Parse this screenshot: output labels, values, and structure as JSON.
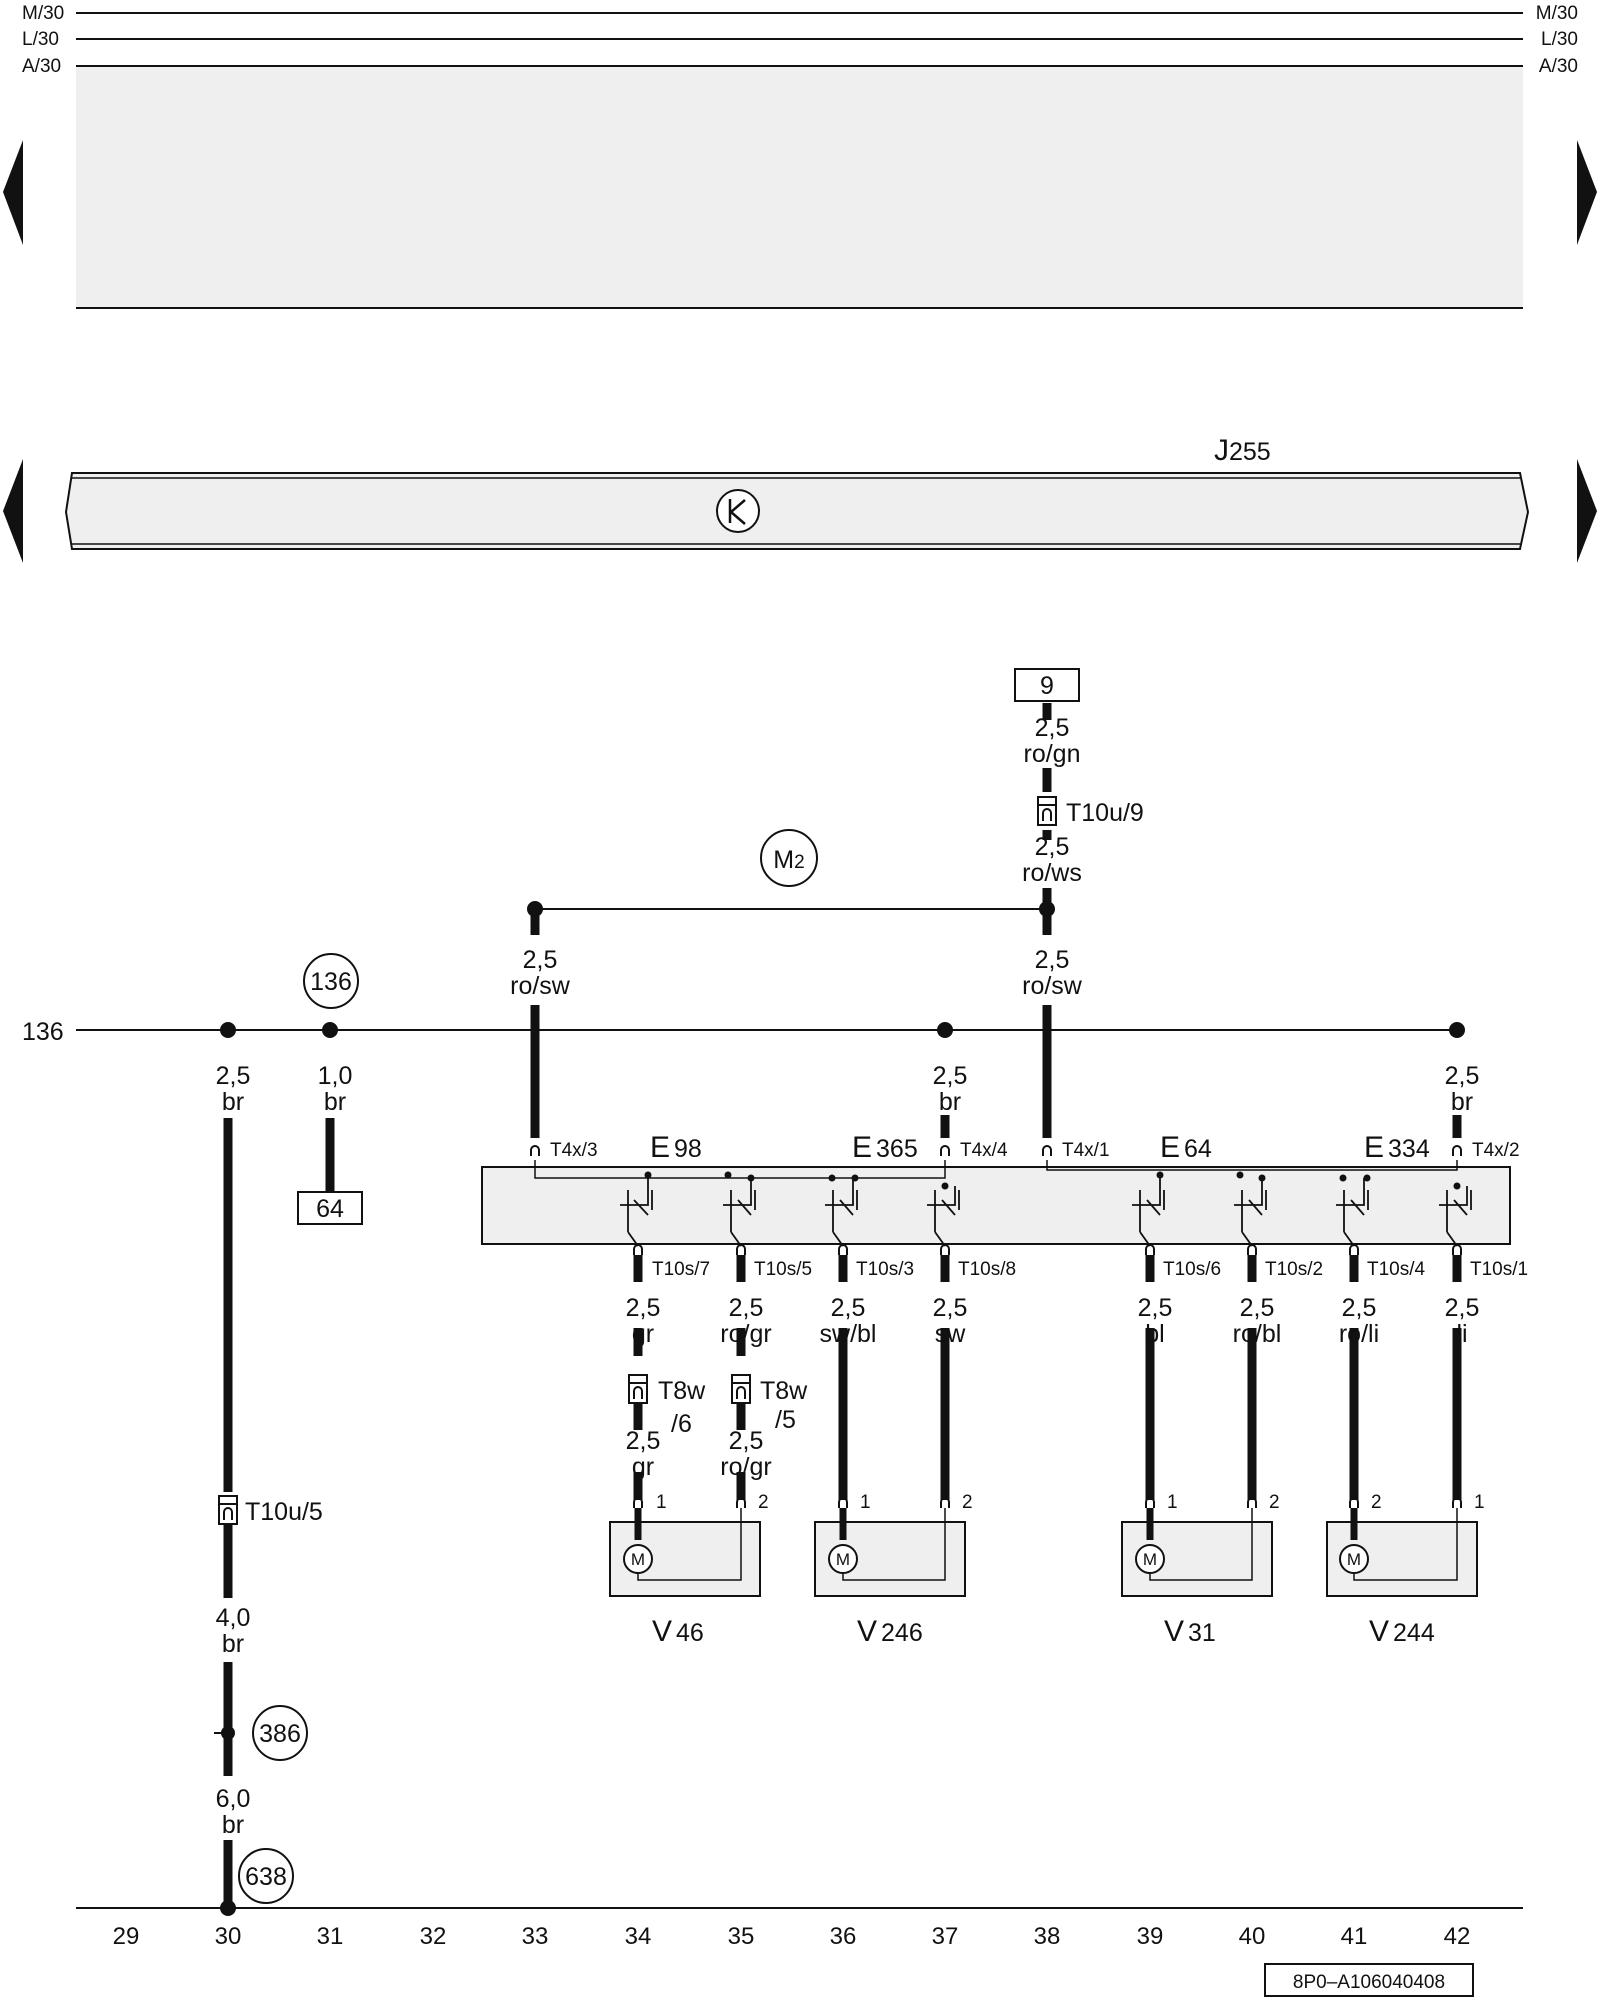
{
  "rails": {
    "m30": "M/30",
    "l30": "L/30",
    "a30": "A/30"
  },
  "module": {
    "name": "J",
    "sub": "255"
  },
  "ground_left": "136",
  "refs": {
    "box9": "9",
    "box64": "64",
    "circle_m2_main": "M",
    "circle_m2_sub": "2",
    "circle_136": "136",
    "circle_386": "386",
    "circle_638": "638"
  },
  "wires": {
    "w9": {
      "size": "2,5",
      "color": "ro/gn"
    },
    "wws": {
      "size": "2,5",
      "color": "ro/ws"
    },
    "wsw33": {
      "size": "2,5",
      "color": "ro/sw"
    },
    "wsw38": {
      "size": "2,5",
      "color": "ro/sw"
    },
    "w30a": {
      "size": "2,5",
      "color": "br"
    },
    "w31": {
      "size": "1,0",
      "color": "br"
    },
    "w37top": {
      "size": "2,5",
      "color": "br"
    },
    "w42top": {
      "size": "2,5",
      "color": "br"
    },
    "w34": {
      "size": "2,5",
      "color": "gr"
    },
    "w35": {
      "size": "2,5",
      "color": "ro/gr"
    },
    "w36": {
      "size": "2,5",
      "color": "sw/bl"
    },
    "w37": {
      "size": "2,5",
      "color": "sw"
    },
    "w39": {
      "size": "2,5",
      "color": "bl"
    },
    "w40": {
      "size": "2,5",
      "color": "ro/bl"
    },
    "w41": {
      "size": "2,5",
      "color": "ro/li"
    },
    "w42": {
      "size": "2,5",
      "color": "li"
    },
    "w34b": {
      "size": "2,5",
      "color": "gr"
    },
    "w35b": {
      "size": "2,5",
      "color": "ro/gr"
    },
    "w30b": {
      "size": "4,0",
      "color": "br"
    },
    "w30c": {
      "size": "6,0",
      "color": "br"
    }
  },
  "connectors": {
    "t10u9": "T10u/9",
    "t10u5": "T10u/5",
    "t4x3": "T4x/3",
    "t4x4": "T4x/4",
    "t4x1": "T4x/1",
    "t4x2": "T4x/2",
    "t10s7": "T10s/7",
    "t10s5": "T10s/5",
    "t10s3": "T10s/3",
    "t10s8": "T10s/8",
    "t10s6": "T10s/6",
    "t10s2": "T10s/2",
    "t10s4": "T10s/4",
    "t10s1": "T10s/1",
    "t8w_a": "T8w",
    "t8w_a_pin": "/6",
    "t8w_b": "T8w",
    "t8w_b_pin": "/5"
  },
  "switches": {
    "e98": {
      "name": "E",
      "sub": "98"
    },
    "e365": {
      "name": "E",
      "sub": "365"
    },
    "e64": {
      "name": "E",
      "sub": "64"
    },
    "e334": {
      "name": "E",
      "sub": "334"
    }
  },
  "motors": {
    "v46": {
      "name": "V",
      "sub": "46",
      "pins": [
        "1",
        "2"
      ]
    },
    "v246": {
      "name": "V",
      "sub": "246",
      "pins": [
        "1",
        "2"
      ]
    },
    "v31": {
      "name": "V",
      "sub": "31",
      "pins": [
        "1",
        "2"
      ]
    },
    "v244": {
      "name": "V",
      "sub": "244",
      "pins": [
        "2",
        "1"
      ]
    },
    "symbol": "M"
  },
  "grid": [
    "29",
    "30",
    "31",
    "32",
    "33",
    "34",
    "35",
    "36",
    "37",
    "38",
    "39",
    "40",
    "41",
    "42"
  ],
  "doc_code": "8P0–A106040408"
}
